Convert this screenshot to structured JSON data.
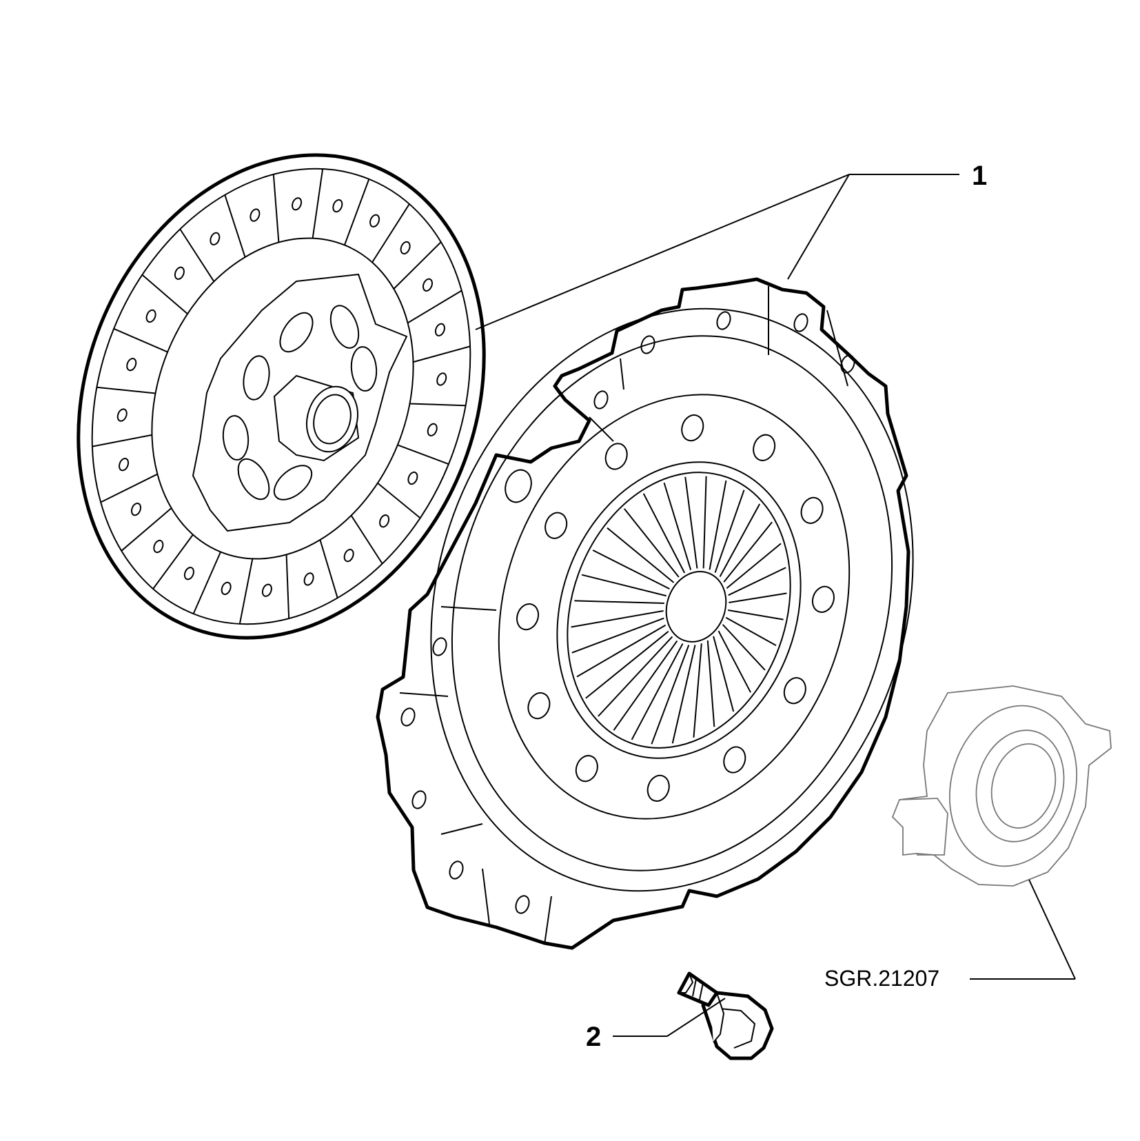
{
  "callouts": {
    "clutch_kit": "1",
    "bolt": "2",
    "bearing_ref": "SGR.21207"
  }
}
